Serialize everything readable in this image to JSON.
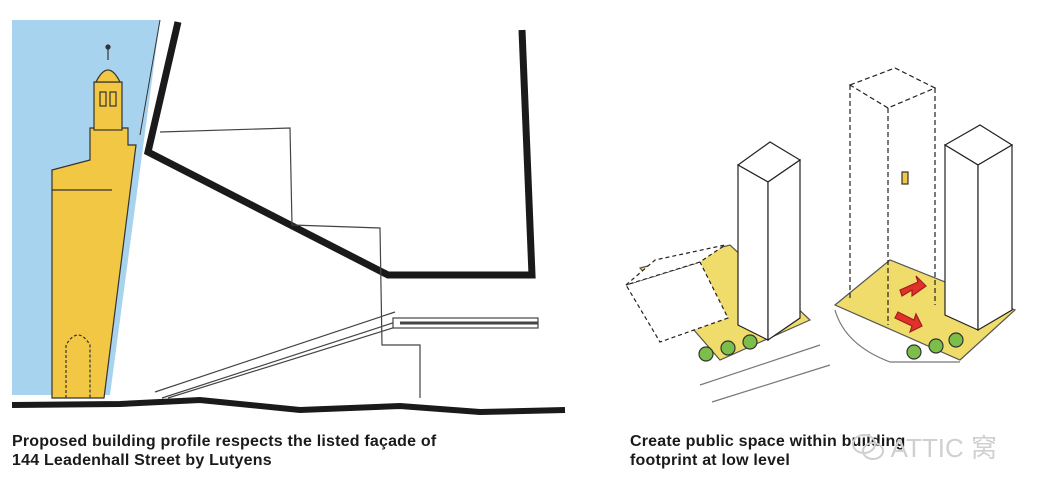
{
  "captions": {
    "left_line1": "Proposed building profile respects the listed façade of",
    "left_line2": "144 Leadenhall Street by Lutyens",
    "right_line1": "Create public space within building",
    "right_line2": "footprint at low level"
  },
  "watermark": {
    "text": "ATTIC 窝",
    "icon": "wechat-icon"
  },
  "colors": {
    "sky": "#a8d3ef",
    "facade": "#f2c744",
    "plaza": "#f0dc6a",
    "tree": "#7bbf4a",
    "arrow": "#e0312c",
    "line": "#1a1a1a"
  }
}
